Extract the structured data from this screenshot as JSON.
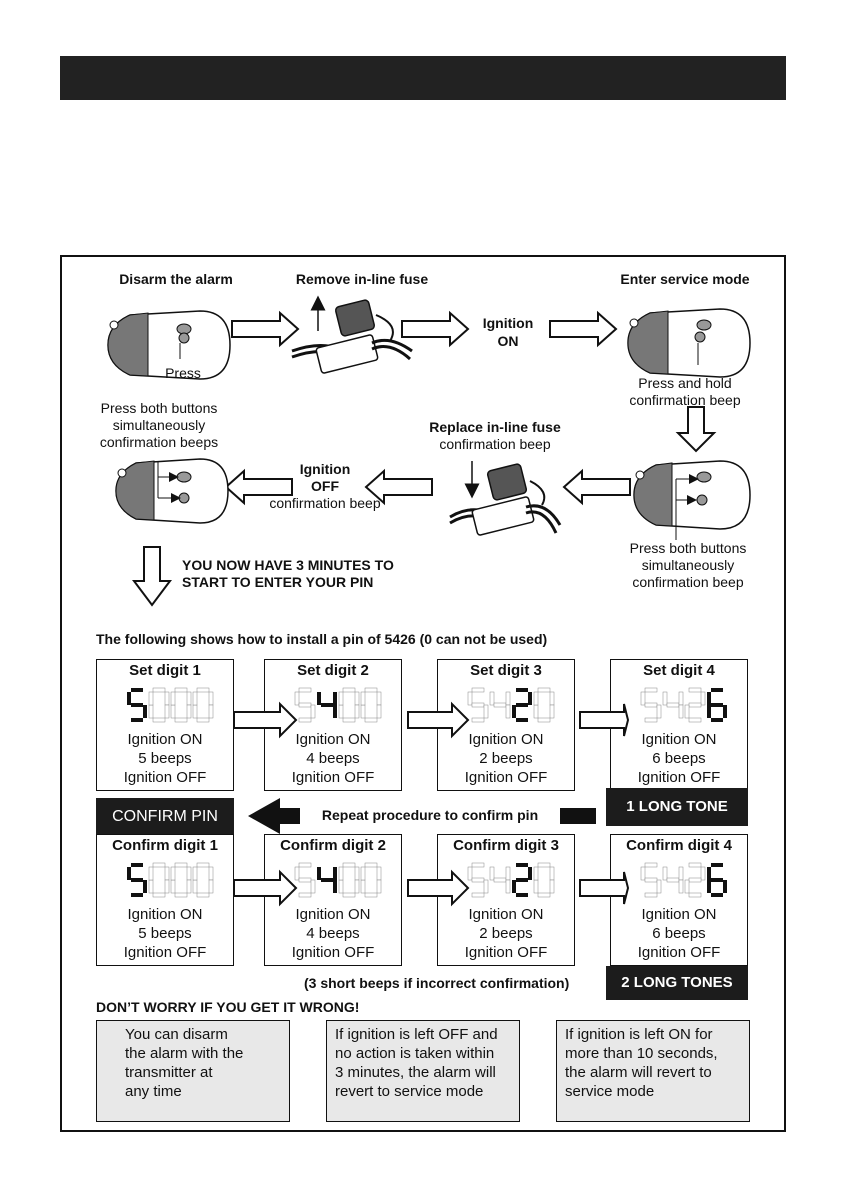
{
  "steps": {
    "disarm": {
      "title": "Disarm the alarm",
      "note": "Press"
    },
    "remove_fuse": {
      "title": "Remove in-line fuse"
    },
    "ignition_on": {
      "line1": "Ignition",
      "line2": "ON"
    },
    "enter_service": {
      "title": "Enter service mode",
      "note1": "Press and hold",
      "note2": "confirmation beep"
    },
    "press_both_right": {
      "line1": "Press both buttons",
      "line2": "simultaneously",
      "line3": "confirmation beep"
    },
    "replace_fuse": {
      "title": "Replace in-line fuse",
      "note": "confirmation beep"
    },
    "ignition_off": {
      "line1": "Ignition",
      "line2": "OFF",
      "line3": "confirmation beep"
    },
    "press_both_left": {
      "line1": "Press both buttons",
      "line2": "simultaneously",
      "line3": "confirmation beeps"
    },
    "now_have": {
      "line1": "YOU NOW HAVE 3 MINUTES TO",
      "line2": "START TO ENTER YOUR PIN"
    }
  },
  "pin_heading": "The following shows how to install a pin of 5426 (0 can not be used)",
  "set_digits": [
    {
      "title": "Set digit 1",
      "digits": [
        "5",
        "0",
        "0",
        "0"
      ],
      "active": 1,
      "line1": "Ignition ON",
      "line2": "5 beeps",
      "line3": "Ignition OFF"
    },
    {
      "title": "Set digit 2",
      "digits": [
        "5",
        "4",
        "0",
        "0"
      ],
      "active": 2,
      "line1": "Ignition ON",
      "line2": "4 beeps",
      "line3": "Ignition OFF"
    },
    {
      "title": "Set digit 3",
      "digits": [
        "5",
        "4",
        "2",
        "0"
      ],
      "active": 3,
      "line1": "Ignition ON",
      "line2": "2 beeps",
      "line3": "Ignition OFF"
    },
    {
      "title": "Set digit 4",
      "digits": [
        "5",
        "4",
        "2",
        "6"
      ],
      "active": 4,
      "line1": "Ignition ON",
      "line2": "6 beeps",
      "line3": "Ignition OFF"
    }
  ],
  "confirm_digits": [
    {
      "title": "Confirm digit 1",
      "digits": [
        "5",
        "0",
        "0",
        "0"
      ],
      "active": 1,
      "line1": "Ignition ON",
      "line2": "5 beeps",
      "line3": "Ignition OFF"
    },
    {
      "title": "Confirm digit 2",
      "digits": [
        "5",
        "4",
        "0",
        "0"
      ],
      "active": 2,
      "line1": "Ignition ON",
      "line2": "4 beeps",
      "line3": "Ignition OFF"
    },
    {
      "title": "Confirm digit 3",
      "digits": [
        "5",
        "4",
        "2",
        "0"
      ],
      "active": 3,
      "line1": "Ignition ON",
      "line2": "2 beeps",
      "line3": "Ignition OFF"
    },
    {
      "title": "Confirm digit 4",
      "digits": [
        "5",
        "4",
        "2",
        "6"
      ],
      "active": 4,
      "line1": "Ignition ON",
      "line2": "6 beeps",
      "line3": "Ignition OFF"
    }
  ],
  "confirm_pin_label": "CONFIRM PIN",
  "repeat_label": "Repeat procedure to confirm pin",
  "one_long_tone": "1 LONG TONE",
  "two_long_tones": "2 LONG TONES",
  "incorrect_note": "(3 short beeps if incorrect confirmation)",
  "dont_worry": "DON’T WORRY IF YOU GET IT WRONG!",
  "notes": [
    [
      "You can disarm",
      "the alarm with the",
      "transmitter at",
      "any time"
    ],
    [
      "If ignition is left OFF and",
      "no action is taken within",
      "3 minutes, the alarm will",
      "revert to service mode"
    ],
    [
      "If ignition is left ON for",
      "more than 10 seconds,",
      "the alarm will revert to",
      "service mode"
    ]
  ],
  "colors": {
    "header": "#222222",
    "lcd_active": "#111111",
    "lcd_inactive": "#b5b5b5",
    "note_bg": "#e8e8e8"
  }
}
